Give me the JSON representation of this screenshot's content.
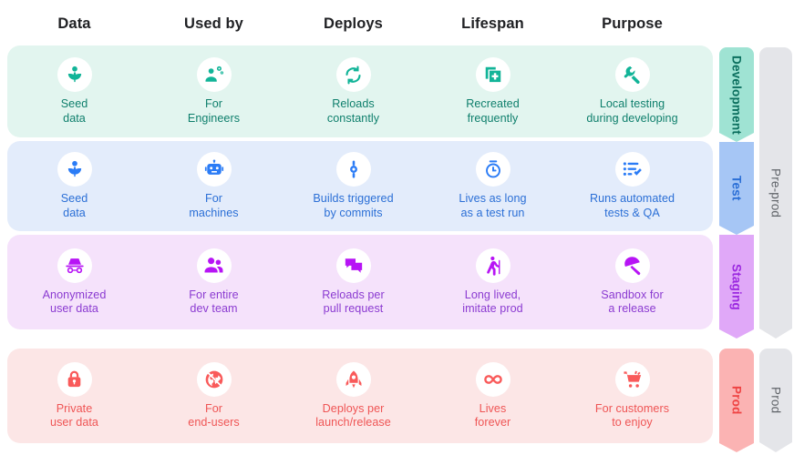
{
  "columns": [
    {
      "label": "Data"
    },
    {
      "label": "Used by"
    },
    {
      "label": "Deploys"
    },
    {
      "label": "Lifespan"
    },
    {
      "label": "Purpose"
    }
  ],
  "rows": [
    {
      "stage": "Development",
      "band_color": "#e2f5ef",
      "accent_color": "#12b498",
      "text_color": "#0e7f6c",
      "chip_color": "#9fe3d3",
      "chip_text_color": "#0b6f5e",
      "cells": [
        {
          "icon": "seed-data-icon",
          "label": "Seed\ndata"
        },
        {
          "icon": "engineer-gear-icon",
          "label": "For\nEngineers"
        },
        {
          "icon": "reload-sync-icon",
          "label": "Reloads\nconstantly"
        },
        {
          "icon": "duplicate-add-icon",
          "label": "Recreated\nfrequently"
        },
        {
          "icon": "wrench-icon",
          "label": "Local testing\nduring developing"
        }
      ]
    },
    {
      "stage": "Test",
      "band_color": "#e3ecfb",
      "accent_color": "#2b7cf6",
      "text_color": "#2b6fd6",
      "chip_color": "#a6c6f5",
      "chip_text_color": "#2b6fd6",
      "cells": [
        {
          "icon": "seed-data-icon",
          "label": "Seed\ndata"
        },
        {
          "icon": "robot-icon",
          "label": "For\nmachines"
        },
        {
          "icon": "commit-icon",
          "label": "Builds triggered\nby commits"
        },
        {
          "icon": "stopwatch-icon",
          "label": "Lives as long\nas a test run"
        },
        {
          "icon": "checklist-icon",
          "label": "Runs automated\ntests & QA"
        }
      ]
    },
    {
      "stage": "Staging",
      "band_color": "#f5e2fb",
      "accent_color": "#b714f5",
      "text_color": "#8b3bd1",
      "chip_color": "#e0a8f8",
      "chip_text_color": "#9b28e0",
      "cells": [
        {
          "icon": "incognito-icon",
          "label": "Anonymized\nuser data"
        },
        {
          "icon": "people-group-icon",
          "label": "For entire\ndev team"
        },
        {
          "icon": "chat-bubbles-icon",
          "label": "Reloads per\npull request"
        },
        {
          "icon": "elderly-walk-icon",
          "label": "Long lived,\nimitate prod"
        },
        {
          "icon": "beach-umbrella-icon",
          "label": "Sandbox for\na release"
        }
      ]
    },
    {
      "stage": "Prod",
      "band_color": "#fce6e6",
      "accent_color": "#f95a5a",
      "text_color": "#ef5555",
      "chip_color": "#fbb3b3",
      "chip_text_color": "#ef4444",
      "cells": [
        {
          "icon": "lock-icon",
          "label": "Private\nuser data"
        },
        {
          "icon": "public-globe-icon",
          "label": "For\nend-users"
        },
        {
          "icon": "rocket-launch-icon",
          "label": "Deploys per\nlaunch/release"
        },
        {
          "icon": "infinity-icon",
          "label": "Lives\nforever"
        },
        {
          "icon": "shopping-cart-icon",
          "label": "For customers\nto enjoy"
        }
      ]
    }
  ],
  "groups": [
    {
      "label": "Pre-prod"
    },
    {
      "label": "Prod"
    }
  ]
}
